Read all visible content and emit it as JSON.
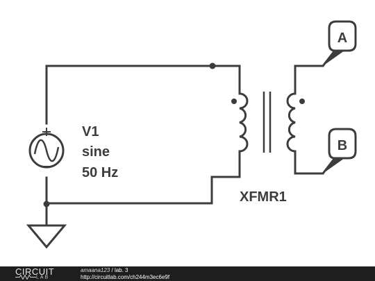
{
  "schematic": {
    "source": {
      "name": "V1",
      "type": "sine",
      "frequency": "50 Hz"
    },
    "transformer": {
      "name": "XFMR1"
    },
    "ports": [
      "A",
      "B"
    ],
    "colors": {
      "stroke": "#3c3c3c",
      "background": "#ffffff",
      "footer": "#1e1e1e"
    }
  },
  "footer": {
    "logo_top": "CIRCUIT",
    "logo_bottom": "LAB",
    "user": "amaana123",
    "separator": " / ",
    "project": "lab. 3",
    "url": "http://circuitlab.com/ch244m3ec6e9f"
  }
}
